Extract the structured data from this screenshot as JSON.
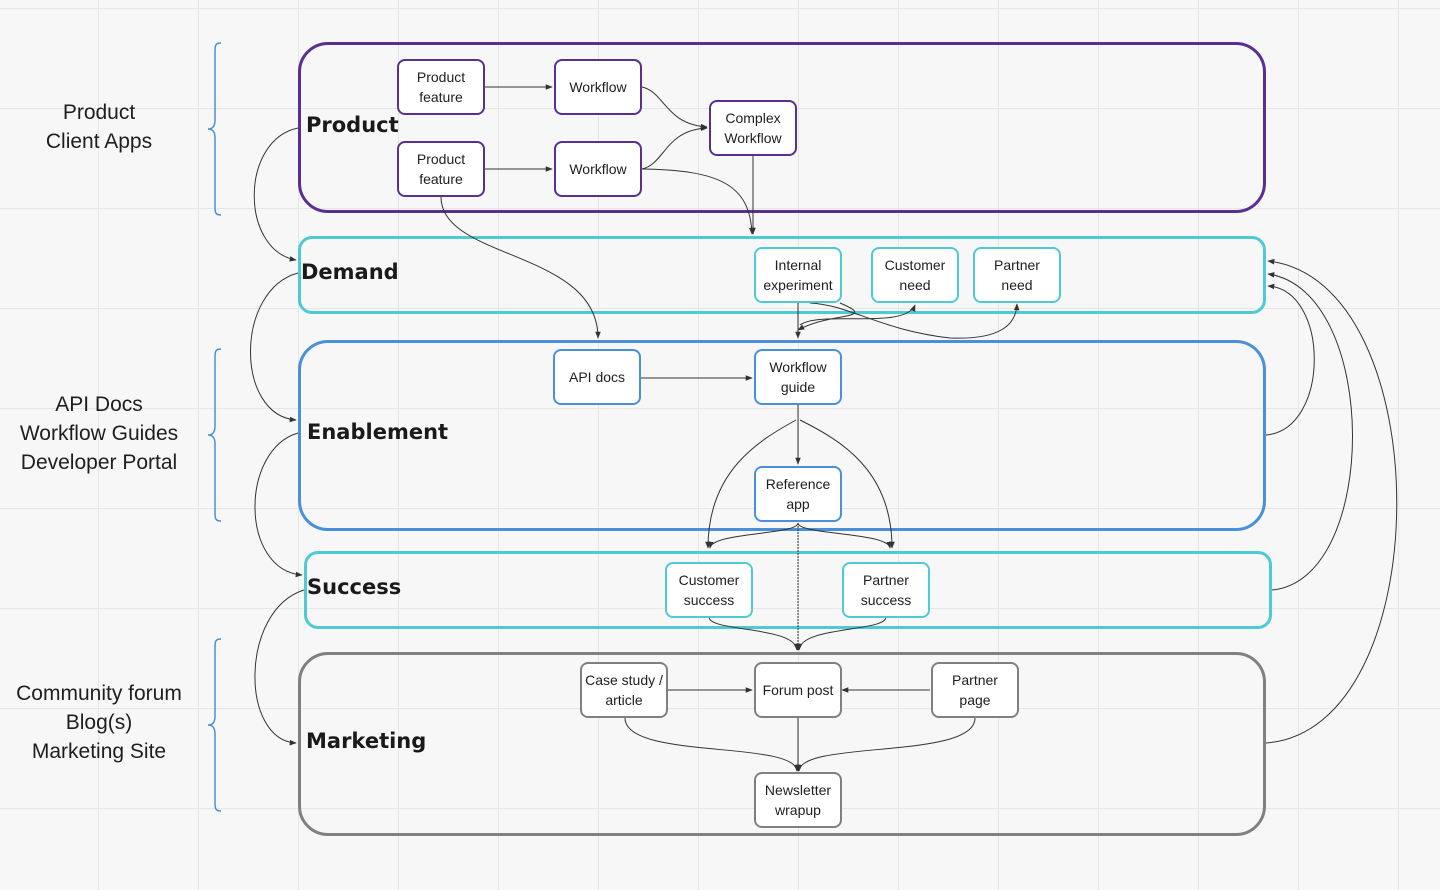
{
  "colors": {
    "product": "#5b2e91",
    "demand": "#4ecad4",
    "enablement": "#4a90d9",
    "success": "#4ecad4",
    "marketing": "#808080",
    "connector": "#333333"
  },
  "side_labels": [
    {
      "id": "product-client-apps",
      "text": "Product\nClient Apps"
    },
    {
      "id": "api-docs-portal",
      "text": "API Docs\nWorkflow Guides\nDeveloper Portal"
    },
    {
      "id": "community-marketing",
      "text": "Community forum\nBlog(s)\nMarketing Site"
    }
  ],
  "lanes": {
    "product": {
      "title": "Product"
    },
    "demand": {
      "title": "Demand"
    },
    "enablement": {
      "title": "Enablement"
    },
    "success": {
      "title": "Success"
    },
    "marketing": {
      "title": "Marketing"
    }
  },
  "nodes": {
    "product_feature_1": "Product\nfeature",
    "product_feature_2": "Product\nfeature",
    "workflow_1": "Workflow",
    "workflow_2": "Workflow",
    "complex_workflow": "Complex\nWorkflow",
    "internal_experiment": "Internal\nexperiment",
    "customer_need": "Customer\nneed",
    "partner_need": "Partner\nneed",
    "api_docs": "API docs",
    "workflow_guide": "Workflow\nguide",
    "reference_app": "Reference\napp",
    "customer_success": "Customer\nsuccess",
    "partner_success": "Partner\nsuccess",
    "case_study": "Case study /\narticle",
    "forum_post": "Forum post",
    "partner_page": "Partner\npage",
    "newsletter": "Newsletter\nwrapup"
  }
}
